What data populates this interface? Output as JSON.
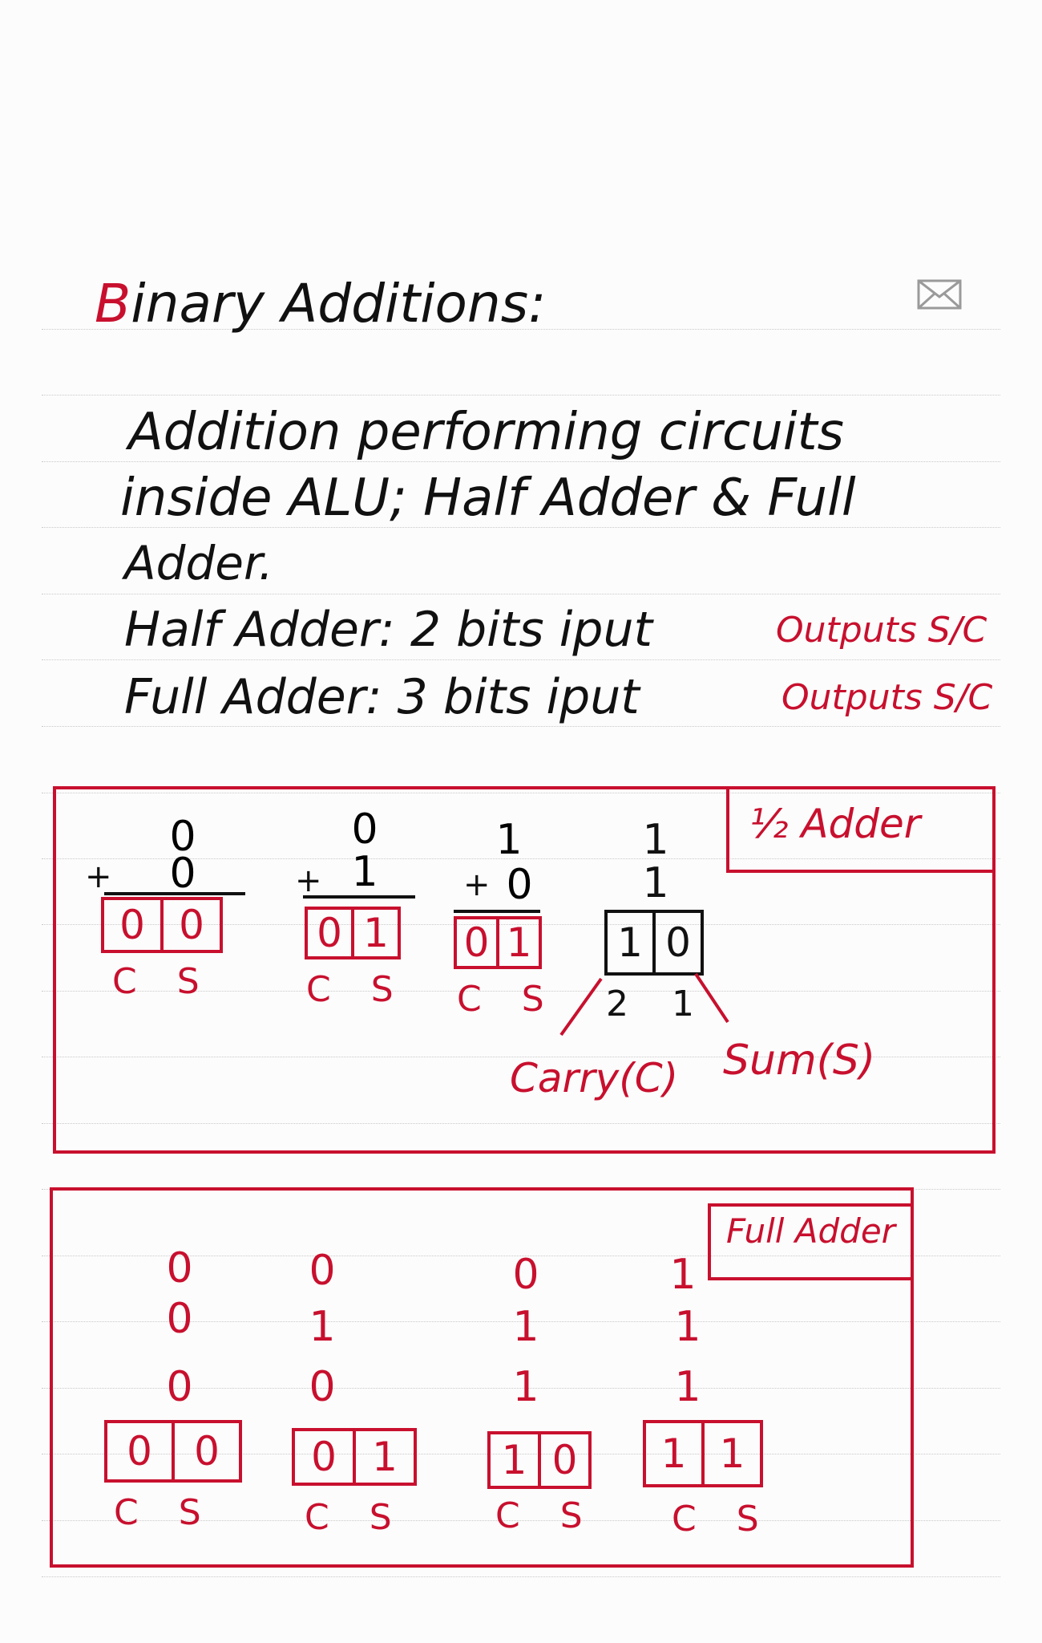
{
  "title": {
    "first_letter": "B",
    "rest": "inary Additions:"
  },
  "intro": {
    "line1": "Addition performing circuits",
    "line2": "inside ALU; Half Adder & Full",
    "line3": "Adder."
  },
  "definitions": [
    {
      "text": "Half Adder: 2 bits iput",
      "note": "Outputs S/C"
    },
    {
      "text": "Full Adder: 3 bits iput",
      "note": "Outputs S/C"
    }
  ],
  "half_adder": {
    "title": "½ Adder",
    "plus_sign": "+",
    "examples": [
      {
        "a": "0",
        "b": "0",
        "carry": "0",
        "sum": "0"
      },
      {
        "a": "0",
        "b": "1",
        "carry": "0",
        "sum": "1"
      },
      {
        "a": "1",
        "b": "0",
        "carry": "0",
        "sum": "1"
      },
      {
        "a": "1",
        "b": "1",
        "carry": "1",
        "sum": "0"
      }
    ],
    "cs_label": "C S",
    "place_values": {
      "left": "2",
      "right": "1"
    },
    "carry_label": "Carry(C)",
    "sum_label": "Sum(S)"
  },
  "full_adder": {
    "title": "Full Adder",
    "examples": [
      {
        "a": "0",
        "b": "0",
        "cin": "0",
        "carry": "0",
        "sum": "0"
      },
      {
        "a": "0",
        "b": "1",
        "cin": "0",
        "carry": "0",
        "sum": "1"
      },
      {
        "a": "0",
        "b": "1",
        "cin": "1",
        "carry": "1",
        "sum": "0"
      },
      {
        "a": "1",
        "b": "1",
        "cin": "1",
        "carry": "1",
        "sum": "1"
      }
    ],
    "cs_label": "C S"
  },
  "icons": {
    "mail": "envelope-icon"
  },
  "colors": {
    "ink": "#111111",
    "red": "#c8102e",
    "rule": "#c9c9c9",
    "paper": "#fcfcfc"
  }
}
